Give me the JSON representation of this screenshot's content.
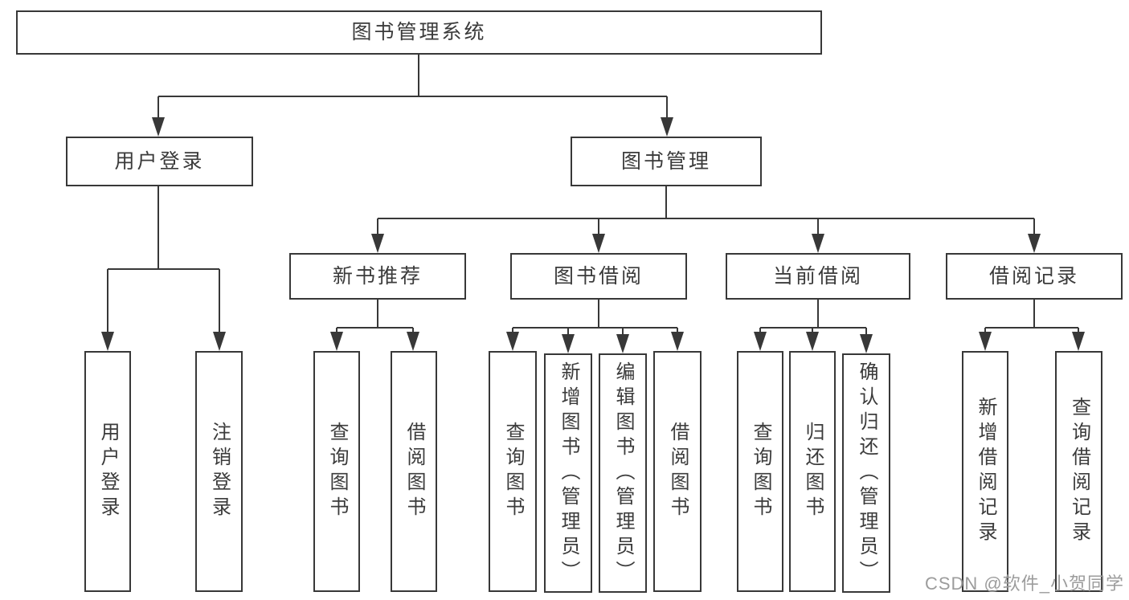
{
  "colors": {
    "line": "#383838",
    "text": "#3b3b3b",
    "bg": "#ffffff",
    "watermark": "#9c9c9c"
  },
  "nodes": {
    "root": "图书管理系统",
    "user_login": "用户登录",
    "book_mgmt": "图书管理",
    "new_book_rec": "新书推荐",
    "book_borrow": "图书借阅",
    "current_borrow": "当前借阅",
    "borrow_records": "借阅记录",
    "leaf_user_login": "用户登录",
    "leaf_logout": "注销登录",
    "leaf_query_book_rec": "查询图书",
    "leaf_borrow_book_rec": "借阅图书",
    "leaf_query_book_borrow": "查询图书",
    "leaf_add_book": "新增图书（管理员）",
    "leaf_edit_book": "编辑图书（管理员）",
    "leaf_borrow_book_borrow": "借阅图书",
    "leaf_query_book_current": "查询图书",
    "leaf_return_book": "归还图书",
    "leaf_confirm_return": "确认归还（管理员）",
    "leaf_add_record": "新增借阅记录",
    "leaf_query_record": "查询借阅记录"
  },
  "hierarchy": {
    "图书管理系统": {
      "用户登录": [
        "用户登录",
        "注销登录"
      ],
      "图书管理": {
        "新书推荐": [
          "查询图书",
          "借阅图书"
        ],
        "图书借阅": [
          "查询图书",
          "新增图书（管理员）",
          "编辑图书（管理员）",
          "借阅图书"
        ],
        "当前借阅": [
          "查询图书",
          "归还图书",
          "确认归还（管理员）"
        ],
        "借阅记录": [
          "新增借阅记录",
          "查询借阅记录"
        ]
      }
    }
  },
  "watermark": "CSDN @软件_小贺同学"
}
